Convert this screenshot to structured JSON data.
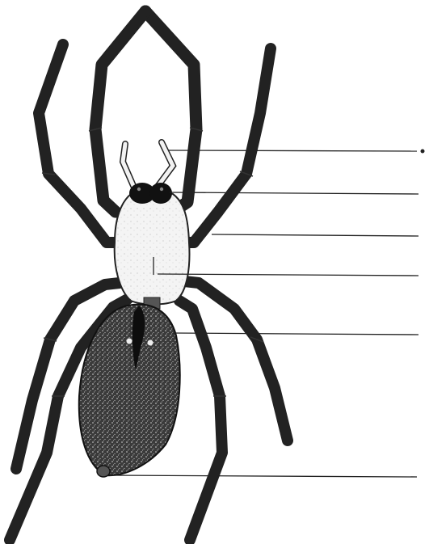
{
  "diagram": {
    "kind": "spider anatomy labelling worksheet",
    "label_lines": [
      {
        "target": "pedipalp",
        "text": ""
      },
      {
        "target": "chelicerae",
        "text": ""
      },
      {
        "target": "leg",
        "text": ""
      },
      {
        "target": "cephalothorax",
        "text": ""
      },
      {
        "target": "abdomen",
        "text": ""
      },
      {
        "target": "spinnerets",
        "text": ""
      }
    ]
  }
}
